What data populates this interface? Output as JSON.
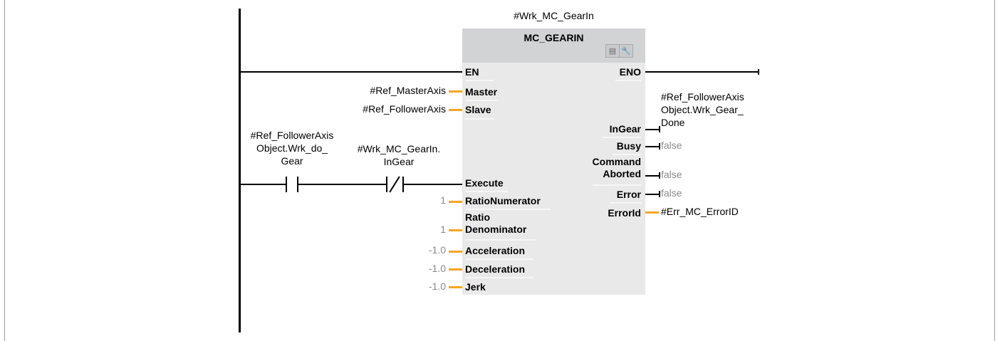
{
  "instance_name": "#Wrk_MC_GearIn",
  "block": {
    "type_name": "MC_GEARIN",
    "tool_icons": [
      "block-icon",
      "wrench-icon"
    ]
  },
  "inputs": {
    "en": "EN",
    "master": "Master",
    "slave": "Slave",
    "execute": "Execute",
    "ratio_numerator": "RatioNumerator",
    "ratio_denominator_1": "Ratio",
    "ratio_denominator_2": "Denominator",
    "acceleration": "Acceleration",
    "deceleration": "Deceleration",
    "jerk": "Jerk"
  },
  "outputs": {
    "eno": "ENO",
    "in_gear": "InGear",
    "busy": "Busy",
    "command_aborted_1": "Command",
    "command_aborted_2": "Aborted",
    "error": "Error",
    "error_id": "ErrorId"
  },
  "input_values": {
    "master": "#Ref_MasterAxis",
    "slave": "#Ref_FollowerAxis",
    "ratio_numerator": "1",
    "ratio_denominator": "1",
    "acceleration": "-1.0",
    "deceleration": "-1.0",
    "jerk": "-1.0"
  },
  "output_values": {
    "in_gear_1": "#Ref_FollowerAxis",
    "in_gear_2": "Object.Wrk_Gear_",
    "in_gear_3": "Done",
    "busy": "false",
    "command_aborted": "false",
    "error": "false",
    "error_id": "#Err_MC_ErrorID"
  },
  "contacts": {
    "no_contact_1": "#Ref_FollowerAxis",
    "no_contact_2": "Object.Wrk_do_",
    "no_contact_3": "Gear",
    "nc_contact_1": "#Wrk_MC_GearIn.",
    "nc_contact_2": "InGear"
  }
}
